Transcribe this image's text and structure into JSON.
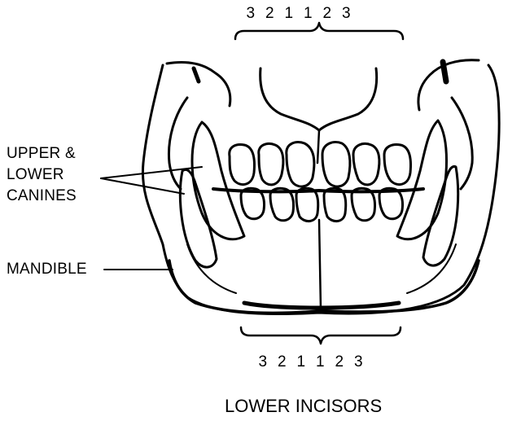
{
  "labels": {
    "upper_numbers": [
      "3",
      "2",
      "1",
      "1",
      "2",
      "3"
    ],
    "lower_numbers": [
      "3",
      "2",
      "1",
      "1",
      "2",
      "3"
    ],
    "canines_line1": "UPPER &",
    "canines_line2": "LOWER",
    "canines_line3": "CANINES",
    "mandible": "MANDIBLE",
    "lower_incisors": "LOWER INCISORS"
  },
  "colors": {
    "ink": "#000000",
    "paper": "#ffffff"
  }
}
